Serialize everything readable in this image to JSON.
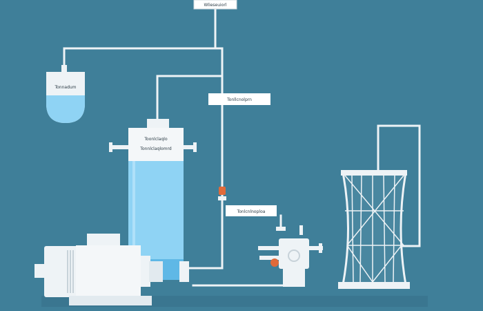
{
  "diagram": {
    "background_color": "#3f7f99",
    "pipe_color": "#eef3f6",
    "water_color": "#8fd3f4",
    "accent_color": "#e06a3a",
    "labels": {
      "top_label": "Wlieseuiorl",
      "dosing_tank_label": "Tonnadum",
      "mid_label": "Tonllcnolprn",
      "column_label_line1": "Toonlclaqlo",
      "column_label_line2": "Tonnlclaqlomrd",
      "valve_label": "Tonlcnlnoploa"
    },
    "components": {
      "motor_pump": "motor-pump-icon",
      "filter_column": "filter-column-icon",
      "dosing_tank": "dosing-tank-icon",
      "valve_unit": "valve-unit-icon",
      "cooling_tower": "cooling-tower-icon"
    }
  }
}
